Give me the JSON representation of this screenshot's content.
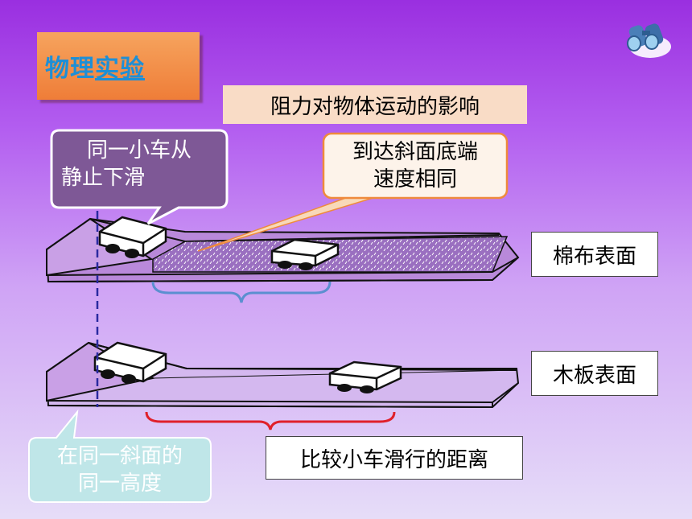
{
  "header": {
    "title_part1": "物理",
    "title_part2": "实验",
    "subtitle": "阻力对物体运动的影响"
  },
  "callouts": {
    "still_release": [
      "同一小车从",
      "静止下滑"
    ],
    "same_speed": [
      "到达斜面底端",
      "速度相同"
    ],
    "same_height": [
      "在同一斜面的",
      "同一高度"
    ],
    "compare": "比较小车滑行的距离"
  },
  "surfaces": {
    "cotton": "棉布表面",
    "wood": "木板表面"
  },
  "colors": {
    "title_text": "#1e8fd6",
    "title_bg": "#ef7d38",
    "subtitle_bg": "#f9dcc6",
    "callout_purple": "#7e5896",
    "callout_cyan": "#bfe6e8",
    "brace_blue": "#5b8fd0",
    "brace_red": "#e0202a",
    "dashed_line": "#2a2aa0"
  },
  "icons": {
    "corner": "binoculars-icon"
  }
}
